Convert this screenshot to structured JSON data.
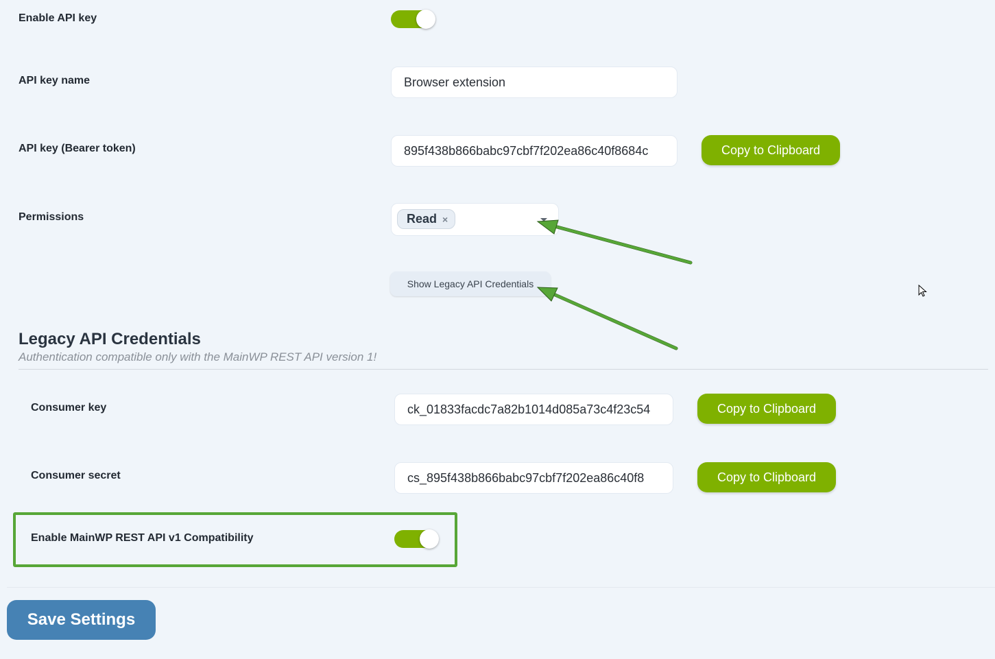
{
  "colors": {
    "background": "#f0f5fa",
    "accent_green": "#7fb100",
    "save_blue": "#4682b4",
    "annotation_green": "#57a637"
  },
  "fields": {
    "enable_api_key": {
      "label": "Enable API key",
      "state": "on"
    },
    "api_key_name": {
      "label": "API key name",
      "value": "Browser extension"
    },
    "api_key_bearer": {
      "label": "API key (Bearer token)",
      "value": "895f438b866babc97cbf7f202ea86c40f8684c",
      "copy_label": "Copy to Clipboard"
    },
    "permissions": {
      "label": "Permissions",
      "selected": [
        "Read"
      ],
      "remove_icon": "×"
    },
    "show_legacy_button": "Show Legacy API Credentials"
  },
  "legacy": {
    "title": "Legacy API Credentials",
    "subtitle": "Authentication compatible only with the MainWP REST API version 1!",
    "consumer_key": {
      "label": "Consumer key",
      "value": "ck_01833facdc7a82b1014d085a73c4f23c54",
      "copy_label": "Copy to Clipboard"
    },
    "consumer_secret": {
      "label": "Consumer secret",
      "value": "cs_895f438b866babc97cbf7f202ea86c40f8",
      "copy_label": "Copy to Clipboard"
    },
    "v1_compat": {
      "label": "Enable MainWP REST API v1 Compatibility",
      "state": "on"
    }
  },
  "footer": {
    "save_label": "Save Settings"
  }
}
